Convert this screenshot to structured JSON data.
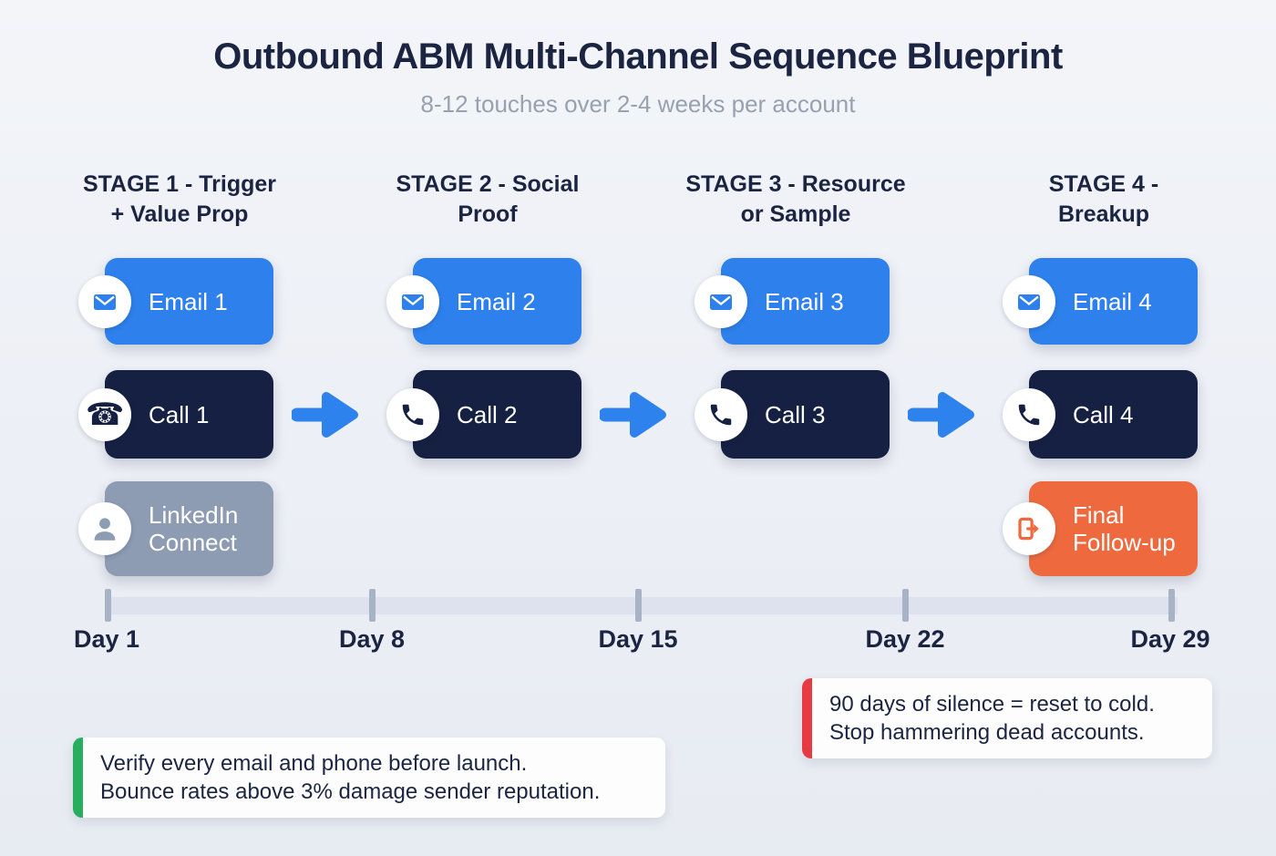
{
  "title": "Outbound ABM Multi-Channel Sequence Blueprint",
  "subtitle": "8-12 touches over 2-4 weeks per account",
  "colors": {
    "email_blue": "#2e80ec",
    "call_navy": "#152042",
    "linkedin_gray": "#8d9cb2",
    "followup_orange": "#ee6a3e",
    "arrow_blue": "#2e82ee",
    "note_red": "#e83a42",
    "note_green": "#27ae60",
    "background": "#edf0f6",
    "heading_navy": "#1b2542"
  },
  "stages": [
    {
      "header_line1": "STAGE 1 - Trigger",
      "header_line2": "+ Value Prop",
      "cards": [
        {
          "label": "Email 1",
          "type": "email"
        },
        {
          "label": "Call 1",
          "type": "call"
        },
        {
          "label": "LinkedIn Connect",
          "type": "linkedin"
        }
      ]
    },
    {
      "header_line1": "STAGE 2 - Social",
      "header_line2": "Proof",
      "cards": [
        {
          "label": "Email 2",
          "type": "email"
        },
        {
          "label": "Call 2",
          "type": "call"
        }
      ]
    },
    {
      "header_line1": "STAGE 3 - Resource",
      "header_line2": "or Sample",
      "cards": [
        {
          "label": "Email 3",
          "type": "email"
        },
        {
          "label": "Call 3",
          "type": "call"
        }
      ]
    },
    {
      "header_line1": "STAGE 4 -",
      "header_line2": "Breakup",
      "cards": [
        {
          "label": "Email 4",
          "type": "email"
        },
        {
          "label": "Call 4",
          "type": "call"
        },
        {
          "label": "Final Follow-up",
          "type": "followup"
        }
      ]
    }
  ],
  "icons": {
    "email": "envelope-icon",
    "call_stage1": "retro-telephone-icon",
    "call": "phone-handset-icon",
    "linkedin": "person-icon",
    "followup": "exit-arrow-icon"
  },
  "timeline": {
    "days": [
      "Day 1",
      "Day 8",
      "Day 15",
      "Day 22",
      "Day 29"
    ]
  },
  "notes": [
    {
      "accent": "#e83a42",
      "line1": "90 days of silence = reset to cold.",
      "line2": "Stop hammering dead accounts."
    },
    {
      "accent": "#27ae60",
      "line1": "Verify every email and phone before launch.",
      "line2": "Bounce rates above 3% damage sender reputation."
    }
  ]
}
